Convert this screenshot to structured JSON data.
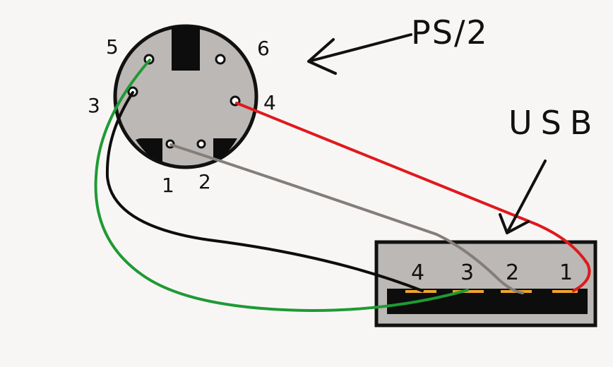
{
  "labels": {
    "ps2": "PS/2",
    "usb": "USB"
  },
  "ps2_pins": {
    "p1": "1",
    "p2": "2",
    "p3": "3",
    "p4": "4",
    "p5": "5",
    "p6": "6"
  },
  "usb_pins": {
    "p1": "1",
    "p2": "2",
    "p3": "3",
    "p4": "4"
  },
  "colors": {
    "background": "#f7f6f5",
    "connector_fill": "#bcb8b5",
    "wire_red": "#e0191c",
    "wire_gray": "#857d7a",
    "wire_black": "#0d0d0d",
    "wire_green": "#1e9a33",
    "usb_contact": "#f0a42a"
  }
}
